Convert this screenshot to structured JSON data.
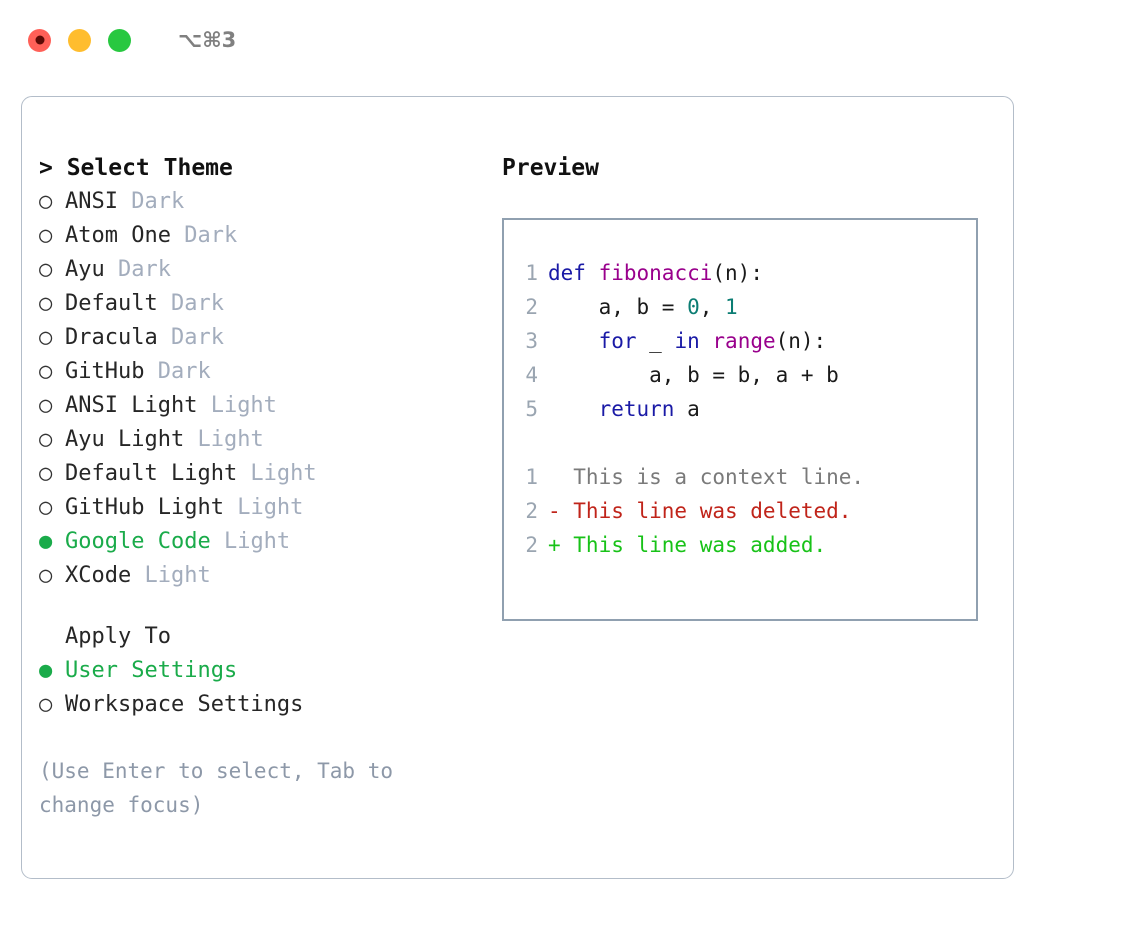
{
  "titlebar": {
    "dots": [
      {
        "name": "close-button",
        "color": "#ff6058"
      },
      {
        "name": "minimize-button",
        "color": "#ffbd2e"
      },
      {
        "name": "maximize-button",
        "color": "#28c840"
      }
    ],
    "shortcut": "⌥⌘3"
  },
  "theme_picker": {
    "heading": "> Select Theme",
    "selected_marker": "●",
    "unselected_marker": "○",
    "accent_color": "#1aab4a",
    "badge_color": "#a3adbd",
    "items": [
      {
        "marker": "○",
        "label": "ANSI",
        "badge": "Dark",
        "selected": false
      },
      {
        "marker": "○",
        "label": "Atom One",
        "badge": "Dark",
        "selected": false
      },
      {
        "marker": "○",
        "label": "Ayu",
        "badge": "Dark",
        "selected": false
      },
      {
        "marker": "○",
        "label": "Default",
        "badge": "Dark",
        "selected": false
      },
      {
        "marker": "○",
        "label": "Dracula",
        "badge": "Dark",
        "selected": false
      },
      {
        "marker": "○",
        "label": "GitHub",
        "badge": "Dark",
        "selected": false
      },
      {
        "marker": "○",
        "label": "ANSI Light",
        "badge": "Light",
        "selected": false
      },
      {
        "marker": "○",
        "label": "Ayu Light",
        "badge": "Light",
        "selected": false
      },
      {
        "marker": "○",
        "label": "Default Light",
        "badge": "Light",
        "selected": false
      },
      {
        "marker": "○",
        "label": "GitHub Light",
        "badge": "Light",
        "selected": false
      },
      {
        "marker": "●",
        "label": "Google Code",
        "badge": "Light",
        "selected": true
      },
      {
        "marker": "○",
        "label": "XCode",
        "badge": "Light",
        "selected": false
      }
    ]
  },
  "apply_to": {
    "heading": "Apply To",
    "items": [
      {
        "marker": "●",
        "label": "User Settings",
        "selected": true
      },
      {
        "marker": "○",
        "label": "Workspace Settings",
        "selected": false
      }
    ]
  },
  "hint": "(Use Enter to select, Tab to change focus)",
  "preview": {
    "title": "Preview",
    "code_lines": [
      {
        "num": "1",
        "tokens": [
          {
            "t": "def",
            "c": "tok-kw"
          },
          {
            "t": " ",
            "c": "tok-plain"
          },
          {
            "t": "fibonacci",
            "c": "tok-fn"
          },
          {
            "t": "(n):",
            "c": "tok-plain"
          }
        ]
      },
      {
        "num": "2",
        "tokens": [
          {
            "t": "    a, b = ",
            "c": "tok-plain"
          },
          {
            "t": "0",
            "c": "tok-num"
          },
          {
            "t": ", ",
            "c": "tok-plain"
          },
          {
            "t": "1",
            "c": "tok-num"
          }
        ]
      },
      {
        "num": "3",
        "tokens": [
          {
            "t": "    ",
            "c": "tok-plain"
          },
          {
            "t": "for",
            "c": "tok-kw"
          },
          {
            "t": " _ ",
            "c": "tok-plain"
          },
          {
            "t": "in",
            "c": "tok-kw"
          },
          {
            "t": " ",
            "c": "tok-plain"
          },
          {
            "t": "range",
            "c": "tok-fn"
          },
          {
            "t": "(n):",
            "c": "tok-plain"
          }
        ]
      },
      {
        "num": "4",
        "tokens": [
          {
            "t": "        a, b = b, a + b",
            "c": "tok-plain"
          }
        ]
      },
      {
        "num": "5",
        "tokens": [
          {
            "t": "    ",
            "c": "tok-plain"
          },
          {
            "t": "return",
            "c": "tok-kw"
          },
          {
            "t": " a",
            "c": "tok-plain"
          }
        ]
      }
    ],
    "diff_lines": [
      {
        "num": "1",
        "text": "  This is a context line.",
        "kind": "diff-ctx"
      },
      {
        "num": "2",
        "text": "- This line was deleted.",
        "kind": "diff-del"
      },
      {
        "num": "2",
        "text": "+ This line was added.",
        "kind": "diff-add"
      }
    ]
  }
}
